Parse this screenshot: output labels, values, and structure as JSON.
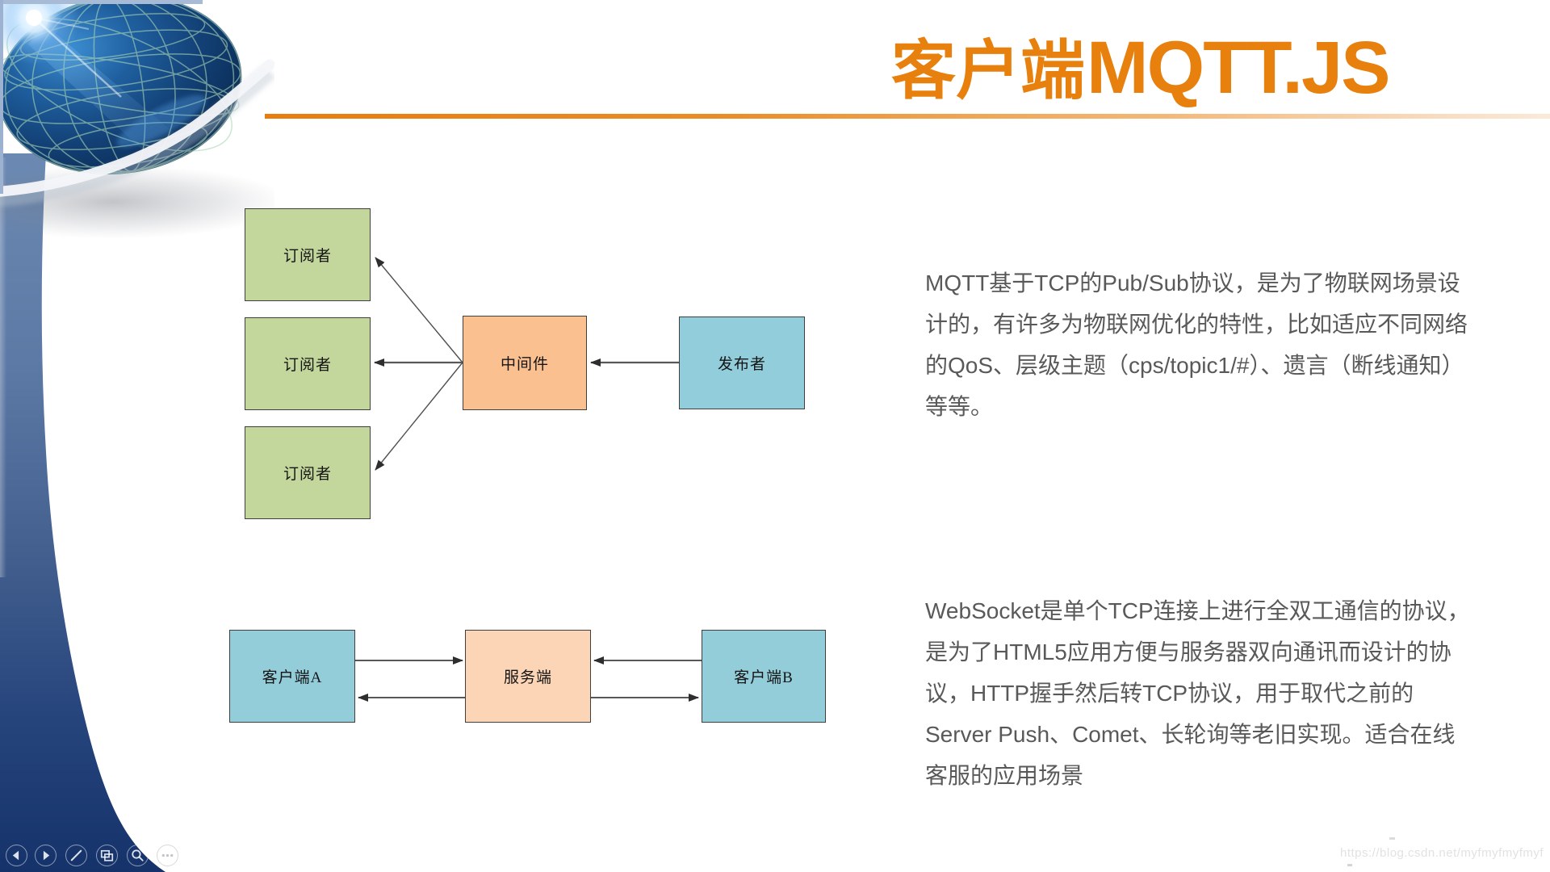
{
  "slide": {
    "title": {
      "prefix": "客户端",
      "product": "MQTT.JS"
    },
    "title_color": "#E8800E",
    "divider_color": "#E87D0E",
    "paragraph_mqtt": {
      "lines": [
        "MQTT基于TCP的Pub/Sub协议，是为了物联网场景设",
        "计的，有许多为物联网优化的特性，比如适应不同网络",
        "的QoS、层级主题（cps/topic1/#）、遗言（断线通知）",
        "等等。"
      ]
    },
    "paragraph_websocket": {
      "lines": [
        "WebSocket是单个TCP连接上进行全双工通信的协议，",
        "是为了HTML5应用方便与服务器双向通讯而设计的协",
        "议，HTTP握手然后转TCP协议，用于取代之前的",
        "Server Push、Comet、长轮询等老旧实现。适合在线",
        "客服的应用场景"
      ]
    },
    "pubsub_diagram": {
      "subscriber_1": "订阅者",
      "subscriber_2": "订阅者",
      "subscriber_3": "订阅者",
      "broker": "中间件",
      "publisher": "发布者",
      "colors": {
        "subscriber_fill": "#C3D69B",
        "broker_fill": "#FAC08F",
        "publisher_fill": "#92CDDC",
        "border": "#3F3F3F",
        "arrow": "#4F4F4F"
      }
    },
    "websocket_diagram": {
      "client_a": "客户端A",
      "server": "服务端",
      "client_b": "客户端B",
      "colors": {
        "client_fill": "#93CDDA",
        "server_fill": "#FBD5B5"
      }
    },
    "player_controls": {
      "previous_icon": "left-arrow-icon",
      "next_icon": "right-arrow-icon",
      "pen_icon": "pen-icon",
      "slides_icon": "slides-overview-icon",
      "zoom_icon": "magnifier-icon",
      "more_icon": "ellipsis-icon"
    },
    "watermark_url": "https://blog.csdn.net/myfmyfmyfmyf"
  }
}
